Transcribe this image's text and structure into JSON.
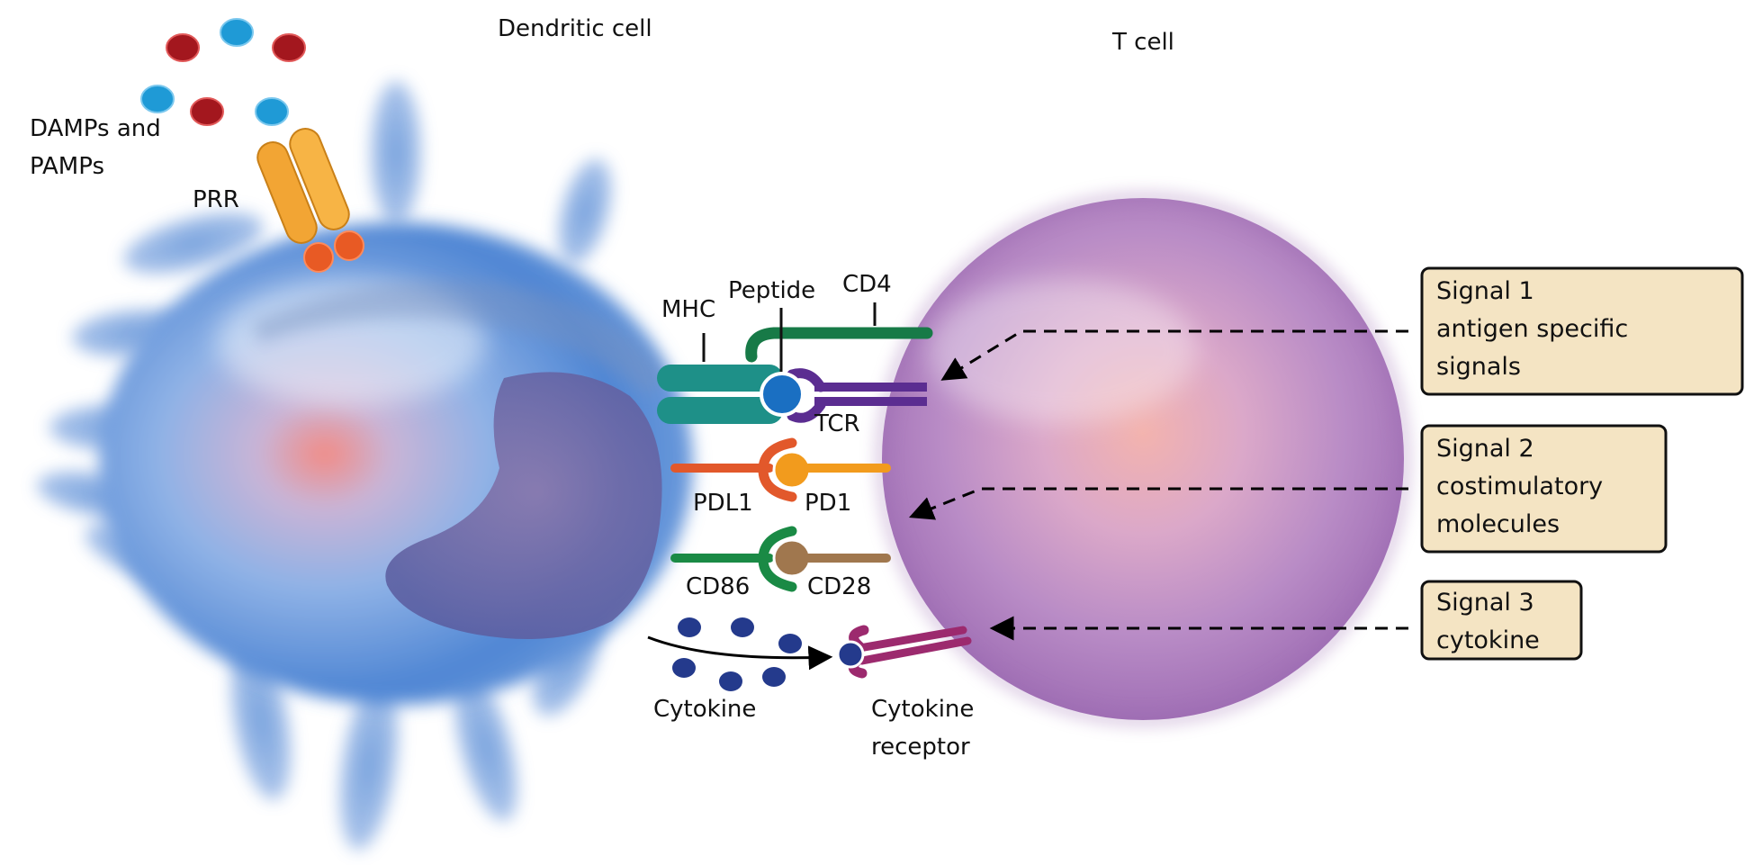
{
  "labels": {
    "dendritic_cell": "Dendritic cell",
    "t_cell": "T cell",
    "damps_line1": "DAMPs  and",
    "damps_line2": "PAMPs",
    "prr": "PRR",
    "mhc": "MHC",
    "peptide": "Peptide",
    "cd4": "CD4",
    "tcr": "TCR",
    "pdl1": "PDL1",
    "pd1": "PD1",
    "cd86": "CD86",
    "cd28": "CD28",
    "cytokine": "Cytokine",
    "cytokine_receptor_line1": "Cytokine",
    "cytokine_receptor_line2": "receptor"
  },
  "signals": [
    {
      "lines": [
        "Signal 1",
        "antigen specific",
        "signals"
      ]
    },
    {
      "lines": [
        "Signal 2",
        "costimulatory",
        "molecules"
      ]
    },
    {
      "lines": [
        "Signal 3",
        "cytokine"
      ]
    }
  ],
  "colors": {
    "dendritic_cell": "#5b8fd6",
    "t_cell": "#b07cc0",
    "signal_box_fill": "#f4e4c3",
    "mhc": "#1e9088",
    "cd4": "#177a47",
    "tcr": "#5b2d91",
    "peptide": "#1a6fc2",
    "pdl1": "#e2582b",
    "pd1": "#f29b1d",
    "cd86": "#1a8a45",
    "cd28": "#a0774e",
    "cytokine": "#243a8c",
    "cytokine_receptor": "#9c2a6e",
    "damp_red": "#a3171e",
    "pamp_blue": "#1f9ad6",
    "prr": "#f2a534",
    "prr_base": "#e85a24"
  }
}
